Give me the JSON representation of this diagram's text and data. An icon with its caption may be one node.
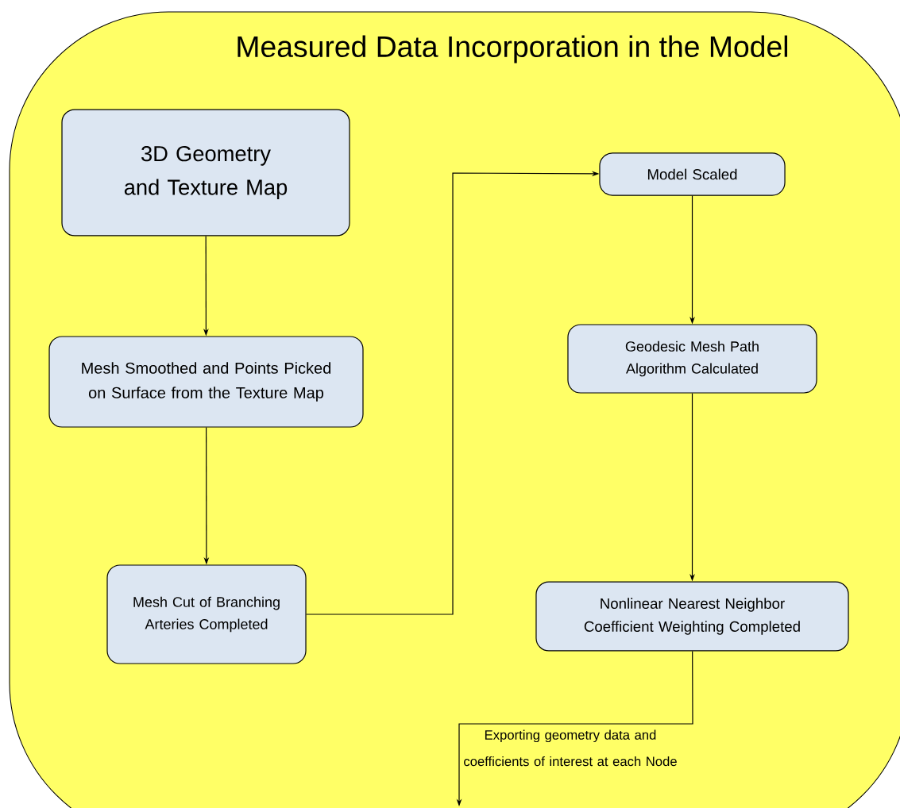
{
  "diagram": {
    "title": "Measured Data Incorporation in the Model",
    "nodes": [
      {
        "text": [],
        "shape": "box"
      },
      {
        "text": [
          "3D Geometry and Texture Map"
        ],
        "in": 0
      },
      {
        "text": [
          "Mesh Smoothed and Points Picked on Surface from the Texture Map"
        ],
        "in": 0
      },
      {
        "text": [
          "Mesh Cut of Branching Arteries Completed"
        ],
        "in": 0
      },
      {
        "text": [
          "Model Scaled"
        ],
        "in": 0
      },
      {
        "text": [
          "Geodesic Mesh Path Algorithm Calculated"
        ],
        "in": 0
      },
      {
        "text": [
          "Nonlinear Nearest Neighbor Coefficient Weighting Completed"
        ],
        "in": 0
      }
    ],
    "edges": [
      {
        "from": 1,
        "to": 2,
        "arrow": "to"
      },
      {
        "from": 2,
        "to": 3,
        "arrow": "to"
      },
      {
        "from": 3,
        "to": 4,
        "arrow": "to"
      },
      {
        "from": 4,
        "to": 5,
        "arrow": "to"
      },
      {
        "from": 5,
        "to": 6,
        "arrow": "to"
      },
      {
        "from": 6,
        "to": null,
        "arrow": "to",
        "label": "Exporting geometry data and coefficients of interest at each Node"
      }
    ]
  }
}
